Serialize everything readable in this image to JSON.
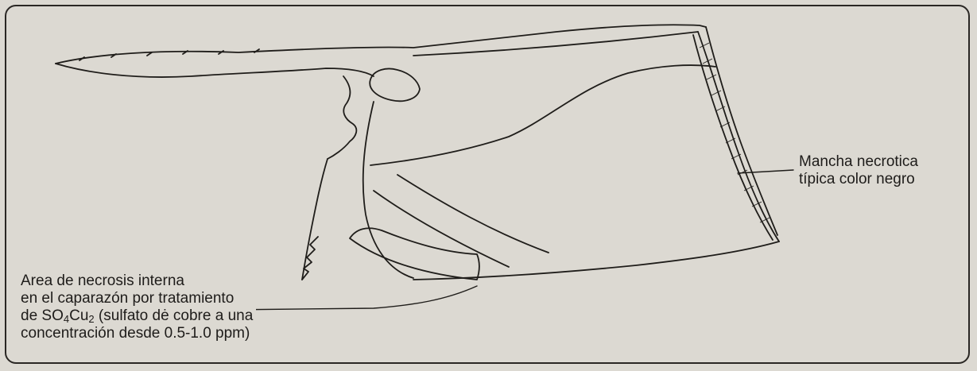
{
  "figure": {
    "annotations": {
      "right": {
        "lines": [
          "Mancha necrotica",
          "típica color negro"
        ]
      },
      "left": {
        "line1": "Area de necrosis interna",
        "line2": "en el caparazón por tratamiento",
        "line3_prefix": "de ",
        "formula_a": "SO",
        "formula_a_sub": "4",
        "formula_b": "Cu",
        "formula_b_sub": "2",
        "line3_suffix": " (sulfato dė cobre a una",
        "line4": "concentración desde 0.5-1.0 ppm)"
      }
    }
  }
}
